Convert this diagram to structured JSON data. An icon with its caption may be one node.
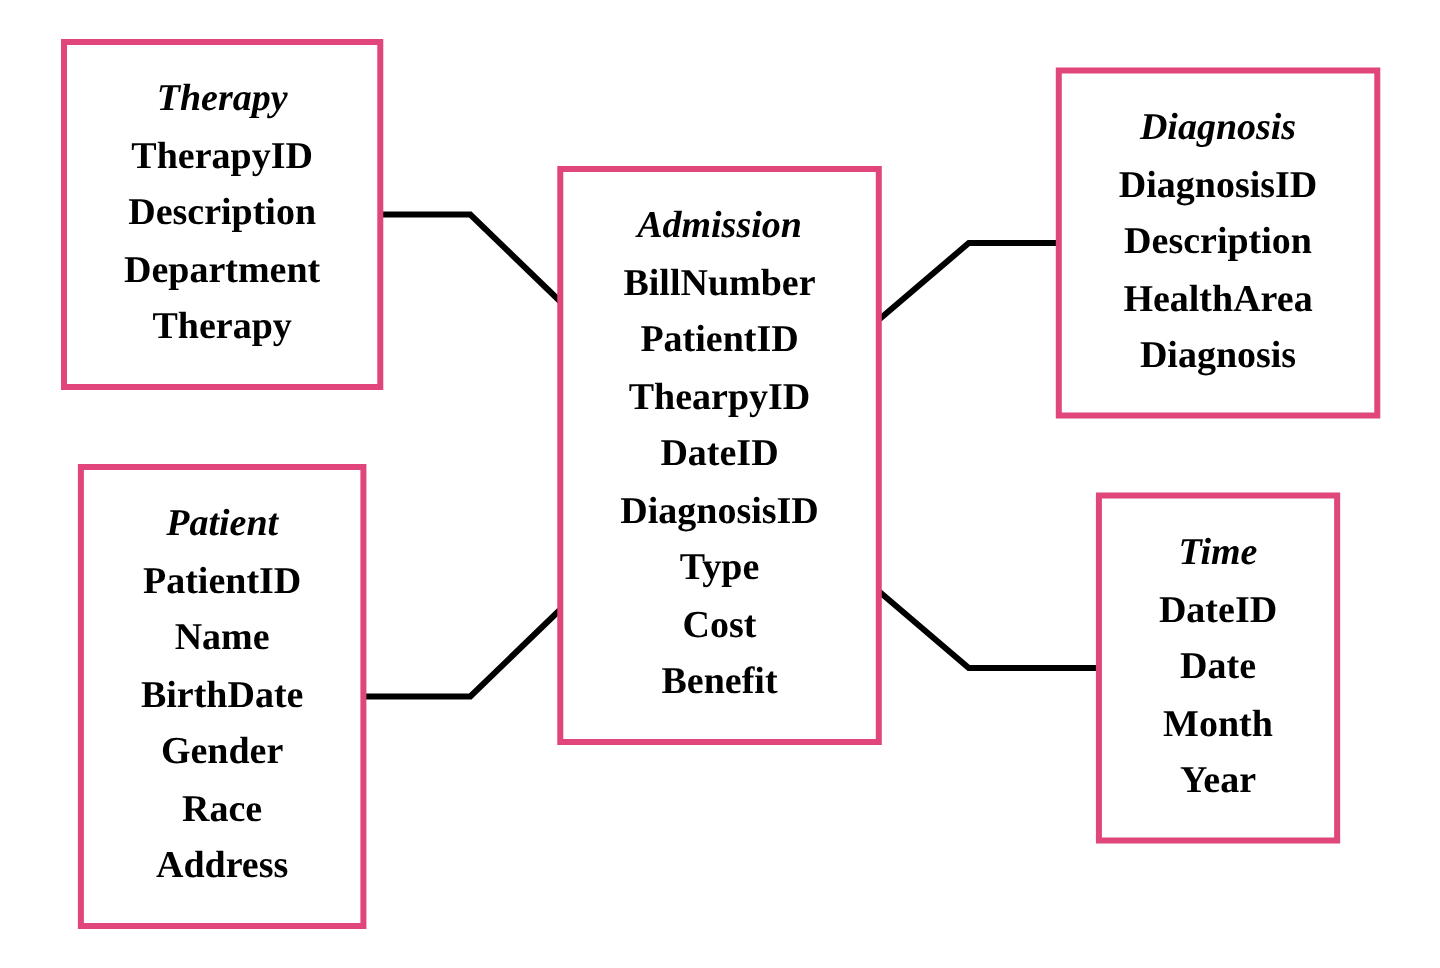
{
  "diagram": {
    "nodes": [
      {
        "text": [
          "Therapy",
          "TherapyID",
          "Description",
          "Department",
          "Therapy"
        ]
      },
      {
        "text": [
          "Diagnosis",
          "DiagnosisID",
          "Description",
          "HealthArea",
          "Diagnosis"
        ]
      },
      {
        "text": [
          "Admission",
          "BillNumber",
          "PatientID",
          "ThearpyID",
          "DateID",
          "DiagnosisID",
          "Type",
          "Cost",
          "Benefit"
        ]
      },
      {
        "text": [
          "Patient",
          "PatientID",
          "Name",
          "BirthDate",
          "Gender",
          "Race",
          "Address"
        ]
      },
      {
        "text": [
          "Time",
          "DateID",
          "Date",
          "Month",
          "Year"
        ]
      }
    ],
    "edges": [
      {
        "from": 0,
        "to": 2,
        "arrow": "none"
      },
      {
        "from": 2,
        "to": 1,
        "arrow": "none"
      },
      {
        "from": 3,
        "to": 2,
        "arrow": "none"
      },
      {
        "from": 2,
        "to": 4,
        "arrow": "none"
      }
    ]
  }
}
